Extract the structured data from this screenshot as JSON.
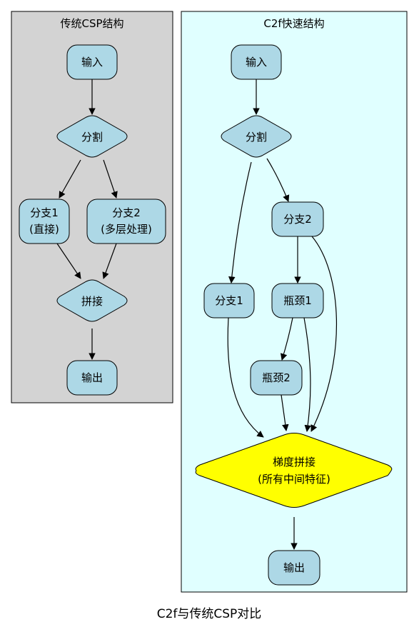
{
  "figure": {
    "caption": "C2f与传统CSP对比"
  },
  "left_cluster": {
    "title": "传统CSP结构",
    "fill": "#d3d3d3",
    "nodes": {
      "input": "输入",
      "split": "分割",
      "branch1_line1": "分支1",
      "branch1_line2": "(直接)",
      "branch2_line1": "分支2",
      "branch2_line2": "(多层处理)",
      "concat": "拼接",
      "output": "输出"
    }
  },
  "right_cluster": {
    "title": "C2f快速结构",
    "fill": "#e0ffff",
    "nodes": {
      "input": "输入",
      "split": "分割",
      "branch2": "分支2",
      "branch1": "分支1",
      "bottleneck1": "瓶颈1",
      "bottleneck2": "瓶颈2",
      "gradient_concat_line1": "梯度拼接",
      "gradient_concat_line2": "(所有中间特征)",
      "output": "输出"
    }
  },
  "colors": {
    "node_fill": "#add8e6",
    "highlight_fill": "#ffff00",
    "stroke": "#000000"
  }
}
